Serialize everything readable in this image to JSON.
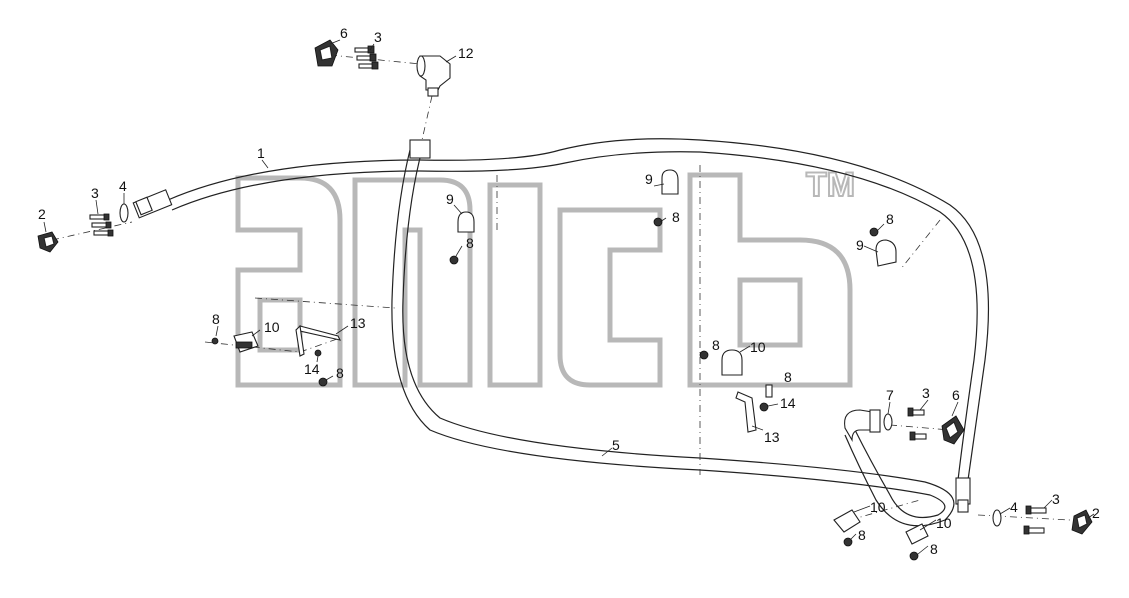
{
  "watermark": {
    "tm": "TM"
  },
  "callouts": [
    {
      "id": "c1",
      "text": "1"
    },
    {
      "id": "c2a",
      "text": "2"
    },
    {
      "id": "c3a",
      "text": "3"
    },
    {
      "id": "c4a",
      "text": "4"
    },
    {
      "id": "c6a",
      "text": "6"
    },
    {
      "id": "c3b",
      "text": "3"
    },
    {
      "id": "c12",
      "text": "12"
    },
    {
      "id": "c9a",
      "text": "9"
    },
    {
      "id": "c8a",
      "text": "8"
    },
    {
      "id": "c9b",
      "text": "9"
    },
    {
      "id": "c8b",
      "text": "8"
    },
    {
      "id": "c9c",
      "text": "9"
    },
    {
      "id": "c8c",
      "text": "8"
    },
    {
      "id": "c8d",
      "text": "8"
    },
    {
      "id": "c10a",
      "text": "10"
    },
    {
      "id": "c13a",
      "text": "13"
    },
    {
      "id": "c14a",
      "text": "14"
    },
    {
      "id": "c8e",
      "text": "8"
    },
    {
      "id": "c8f",
      "text": "8"
    },
    {
      "id": "c10b",
      "text": "10"
    },
    {
      "id": "c8g",
      "text": "8"
    },
    {
      "id": "c14b",
      "text": "14"
    },
    {
      "id": "c13b",
      "text": "13"
    },
    {
      "id": "c5",
      "text": "5"
    },
    {
      "id": "c7",
      "text": "7"
    },
    {
      "id": "c3c",
      "text": "3"
    },
    {
      "id": "c6b",
      "text": "6"
    },
    {
      "id": "c10c",
      "text": "10"
    },
    {
      "id": "c10d",
      "text": "10"
    },
    {
      "id": "c8h",
      "text": "8"
    },
    {
      "id": "c8i",
      "text": "8"
    },
    {
      "id": "c4b",
      "text": "4"
    },
    {
      "id": "c3d",
      "text": "3"
    },
    {
      "id": "c2b",
      "text": "2"
    }
  ]
}
